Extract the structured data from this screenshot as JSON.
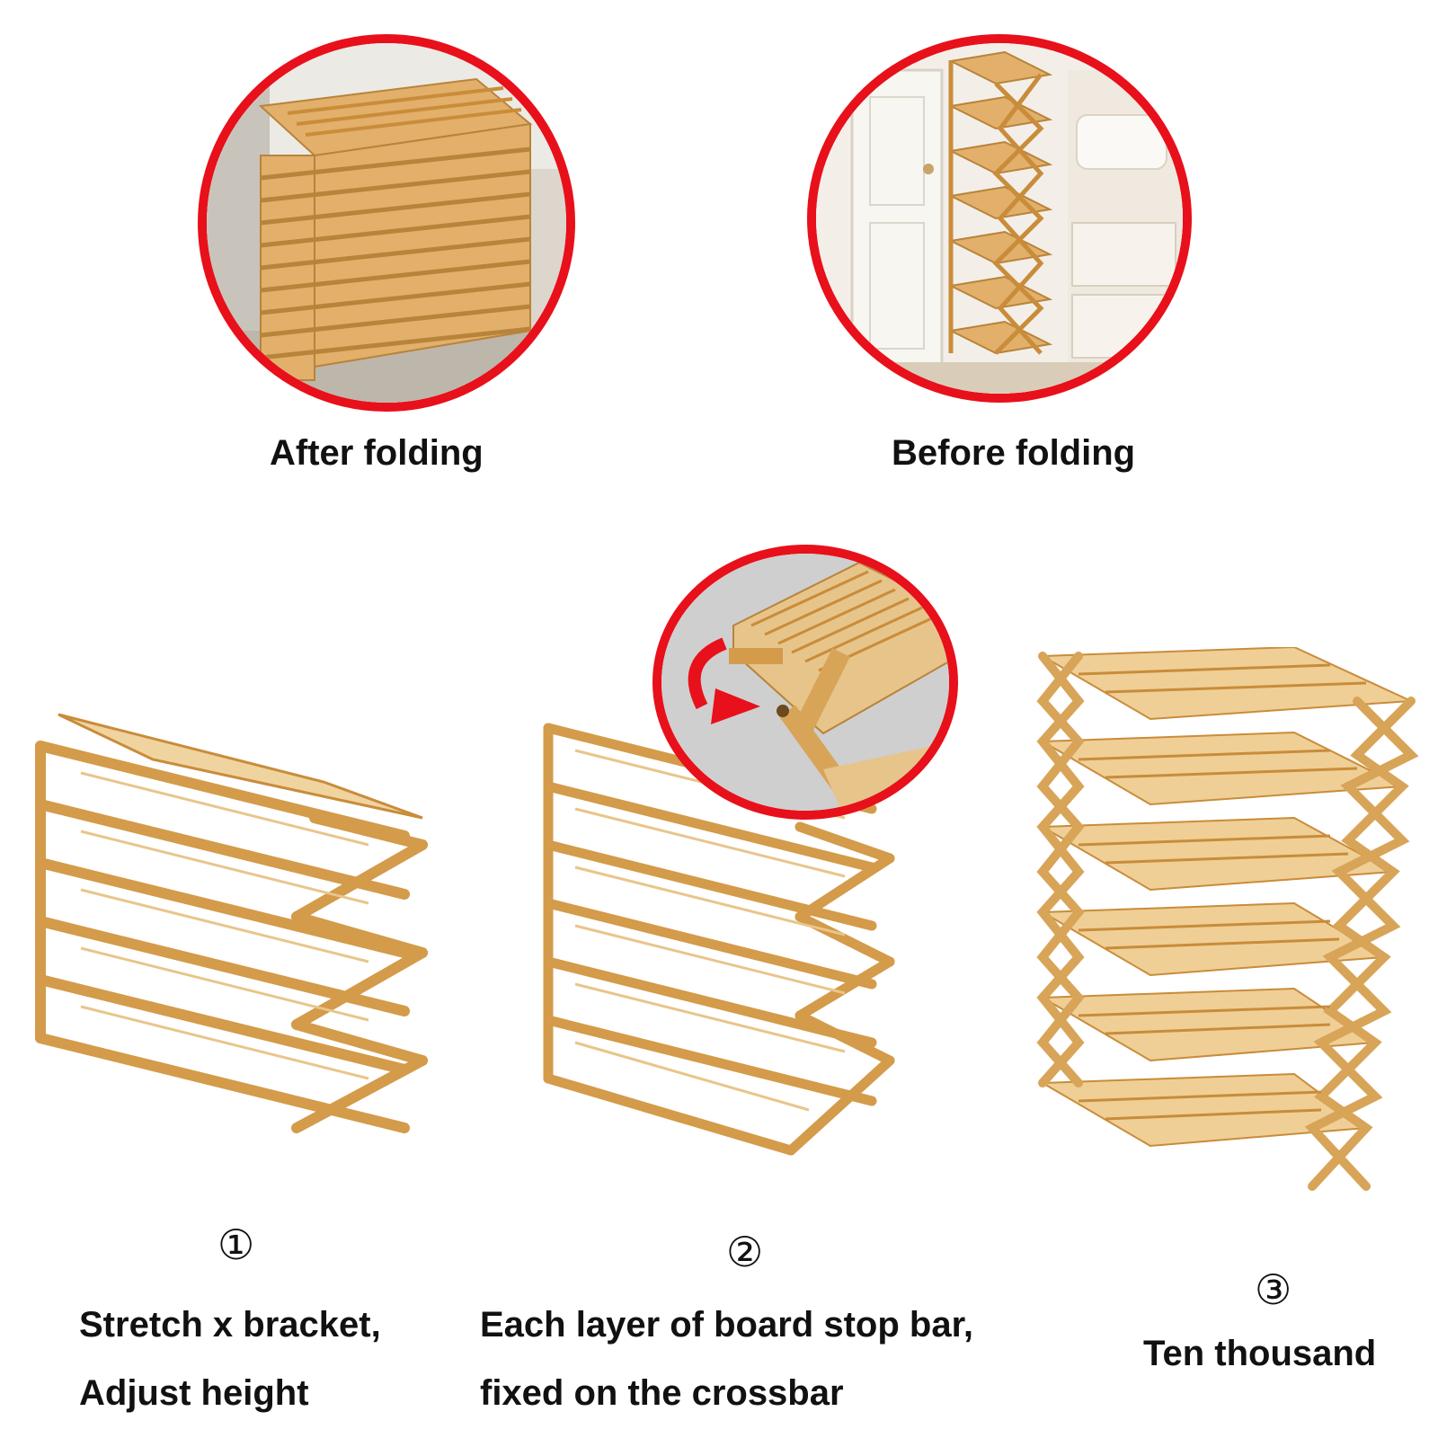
{
  "top": {
    "after_caption": "After folding",
    "before_caption": "Before folding"
  },
  "steps": [
    {
      "number": "①",
      "lines": [
        "Stretch x bracket,",
        "Adjust height"
      ]
    },
    {
      "number": "②",
      "lines": [
        "Each layer of board stop bar,",
        "fixed on the crossbar"
      ]
    },
    {
      "number": "③",
      "lines": [
        "Ten thousand"
      ]
    }
  ],
  "colors": {
    "accent_ring": "#e8101a",
    "bamboo": "#e2b06a",
    "bamboo_dark": "#c98c3a",
    "arrow": "#e8101a"
  }
}
